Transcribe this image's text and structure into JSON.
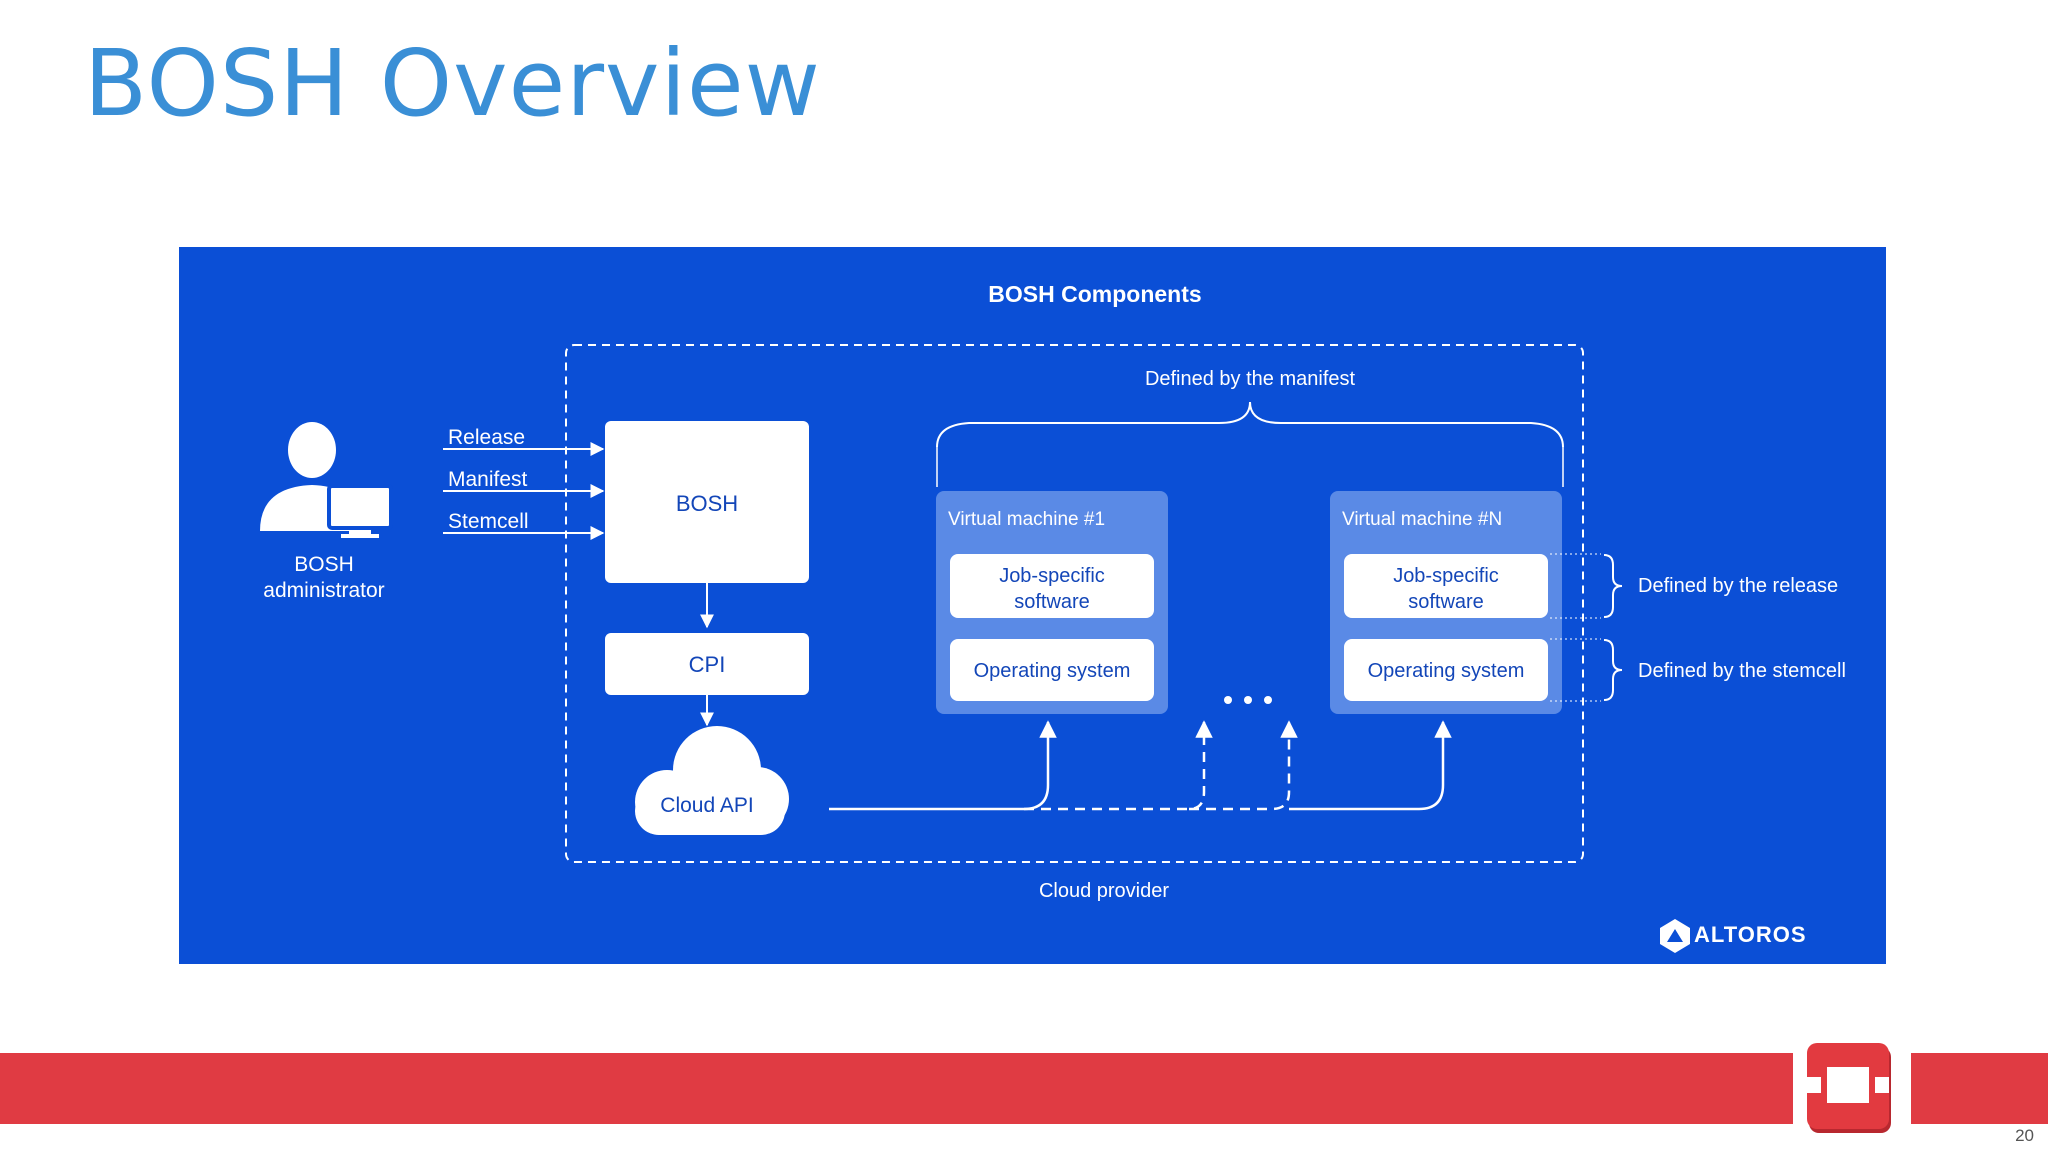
{
  "slide": {
    "title": "BOSH Overview",
    "page_number": "20"
  },
  "diagram": {
    "heading": "BOSH Components",
    "admin_label_line1": "BOSH",
    "admin_label_line2": "administrator",
    "inputs": [
      "Release",
      "Manifest",
      "Stemcell"
    ],
    "bosh_box": "BOSH",
    "cpi_box": "CPI",
    "cloud_api": "Cloud API",
    "manifest_brace_label": "Defined by the manifest",
    "vm1": {
      "title": "Virtual machine #1",
      "job_line1": "Job-specific",
      "job_line2": "software",
      "os": "Operating system"
    },
    "vmN": {
      "title": "Virtual machine #N",
      "job_line1": "Job-specific",
      "job_line2": "software",
      "os": "Operating system"
    },
    "release_note": "Defined by the release",
    "stemcell_note": "Defined by the stemcell",
    "cloud_provider": "Cloud provider",
    "brand": "ALTOROS"
  },
  "colors": {
    "title": "#3a8fd6",
    "panel_background": "#0b4fd6",
    "vm_box": "#5a8ae6",
    "footer_bar": "#e03b43"
  }
}
